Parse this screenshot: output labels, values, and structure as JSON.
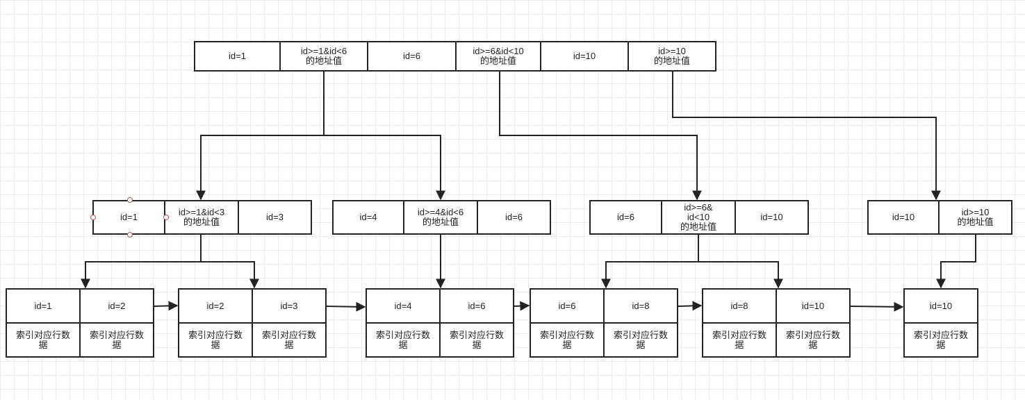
{
  "root": {
    "cells": [
      "id=1",
      "id>=1&id<6\n的地址值",
      "id=6",
      "id>=6&id<10\n的地址值",
      "id=10",
      "id>=10\n的地址值"
    ]
  },
  "branches": [
    {
      "cells": [
        "id=1",
        "id>=1&id<3\n的地址值",
        "id=3"
      ]
    },
    {
      "cells": [
        "id=4",
        "id>=4&id<6\n的地址值",
        "id=6"
      ]
    },
    {
      "cells": [
        "id=6",
        "id>=6&\nid<10\n的地址值",
        "id=10"
      ]
    },
    {
      "cells": [
        "id=10",
        "id>=10\n的地址值"
      ]
    }
  ],
  "leaves": [
    {
      "keys": [
        "id=1",
        "id=2"
      ],
      "rows": [
        "索引对应行数\n据",
        "索引对应行数\n据"
      ]
    },
    {
      "keys": [
        "id=2",
        "id=3"
      ],
      "rows": [
        "索引对应行数\n据",
        "索引对应行数\n据"
      ]
    },
    {
      "keys": [
        "id=4",
        "id=6"
      ],
      "rows": [
        "索引对应行数\n据",
        "索引对应行数\n据"
      ]
    },
    {
      "keys": [
        "id=6",
        "id=8"
      ],
      "rows": [
        "索引对应行数\n据",
        "索引对应行数\n据"
      ]
    },
    {
      "keys": [
        "id=8",
        "id=10"
      ],
      "rows": [
        "索引对应行数\n据",
        "索引对应行数\n据"
      ]
    },
    {
      "keys": [
        "id=10"
      ],
      "rows": [
        "索引对应行数\n据"
      ]
    }
  ]
}
